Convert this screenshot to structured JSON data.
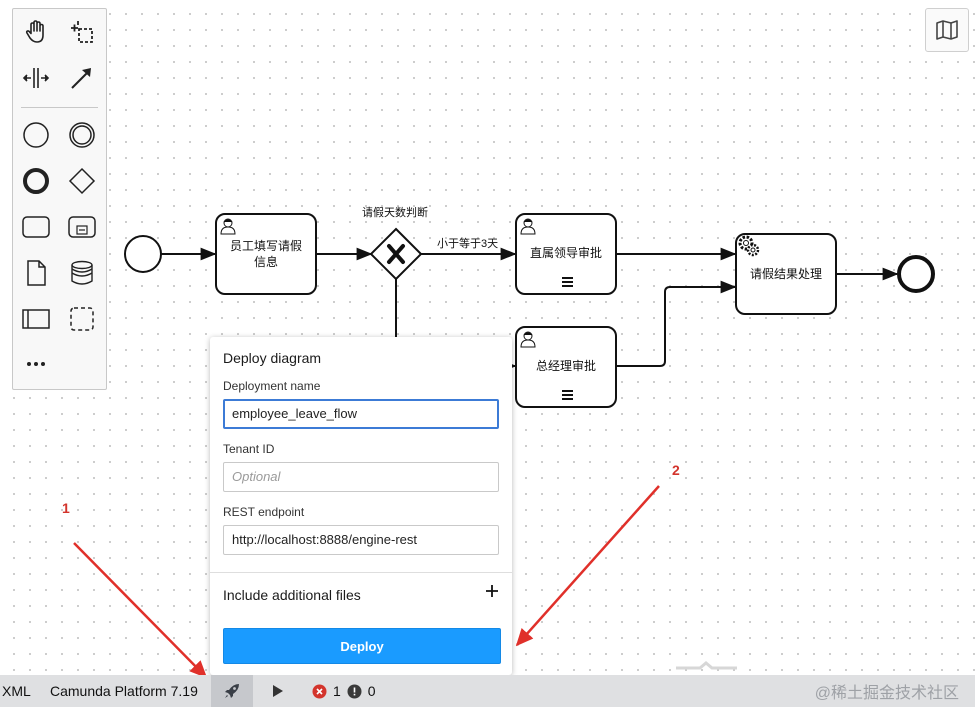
{
  "palette": {
    "tools": [
      {
        "name": "hand-tool-icon"
      },
      {
        "name": "lasso-tool-icon"
      },
      {
        "name": "space-tool-icon"
      },
      {
        "name": "connect-tool-icon"
      },
      {
        "name": "start-event-icon"
      },
      {
        "name": "intermediate-event-icon"
      },
      {
        "name": "end-event-icon"
      },
      {
        "name": "gateway-icon"
      },
      {
        "name": "task-icon"
      },
      {
        "name": "subprocess-icon"
      },
      {
        "name": "data-object-icon"
      },
      {
        "name": "data-store-icon"
      },
      {
        "name": "pool-icon"
      },
      {
        "name": "group-icon"
      },
      {
        "name": "more-icon"
      }
    ]
  },
  "diagram": {
    "tasks": {
      "employee_fill": "员工填写请假信息",
      "direct_leader": "直属领导审批",
      "general_manager": "总经理审批",
      "result_process": "请假结果处理"
    },
    "gateway_label": "请假天数判断",
    "flow_label_le3": "小于等于3天"
  },
  "deploy_dialog": {
    "title": "Deploy diagram",
    "deployment_name_label": "Deployment name",
    "deployment_name_value": "employee_leave_flow",
    "tenant_id_label": "Tenant ID",
    "tenant_id_placeholder": "Optional",
    "rest_endpoint_label": "REST endpoint",
    "rest_endpoint_value": "http://localhost:8888/engine-rest",
    "include_files_label": "Include additional files",
    "deploy_button": "Deploy"
  },
  "statusbar": {
    "xml_label": "XML",
    "platform_label": "Camunda Platform 7.19",
    "error_count": "1",
    "warning_count": "0"
  },
  "annotations": {
    "arrow1": "1",
    "arrow2": "2"
  },
  "watermark": "@稀土掘金技术社区",
  "colors": {
    "deploy_button": "#1a9bff",
    "input_focus": "#3c7bd6",
    "error": "#d3342c",
    "statusbar_bg": "#dfe0e2",
    "arrow_red": "#e0302a"
  }
}
